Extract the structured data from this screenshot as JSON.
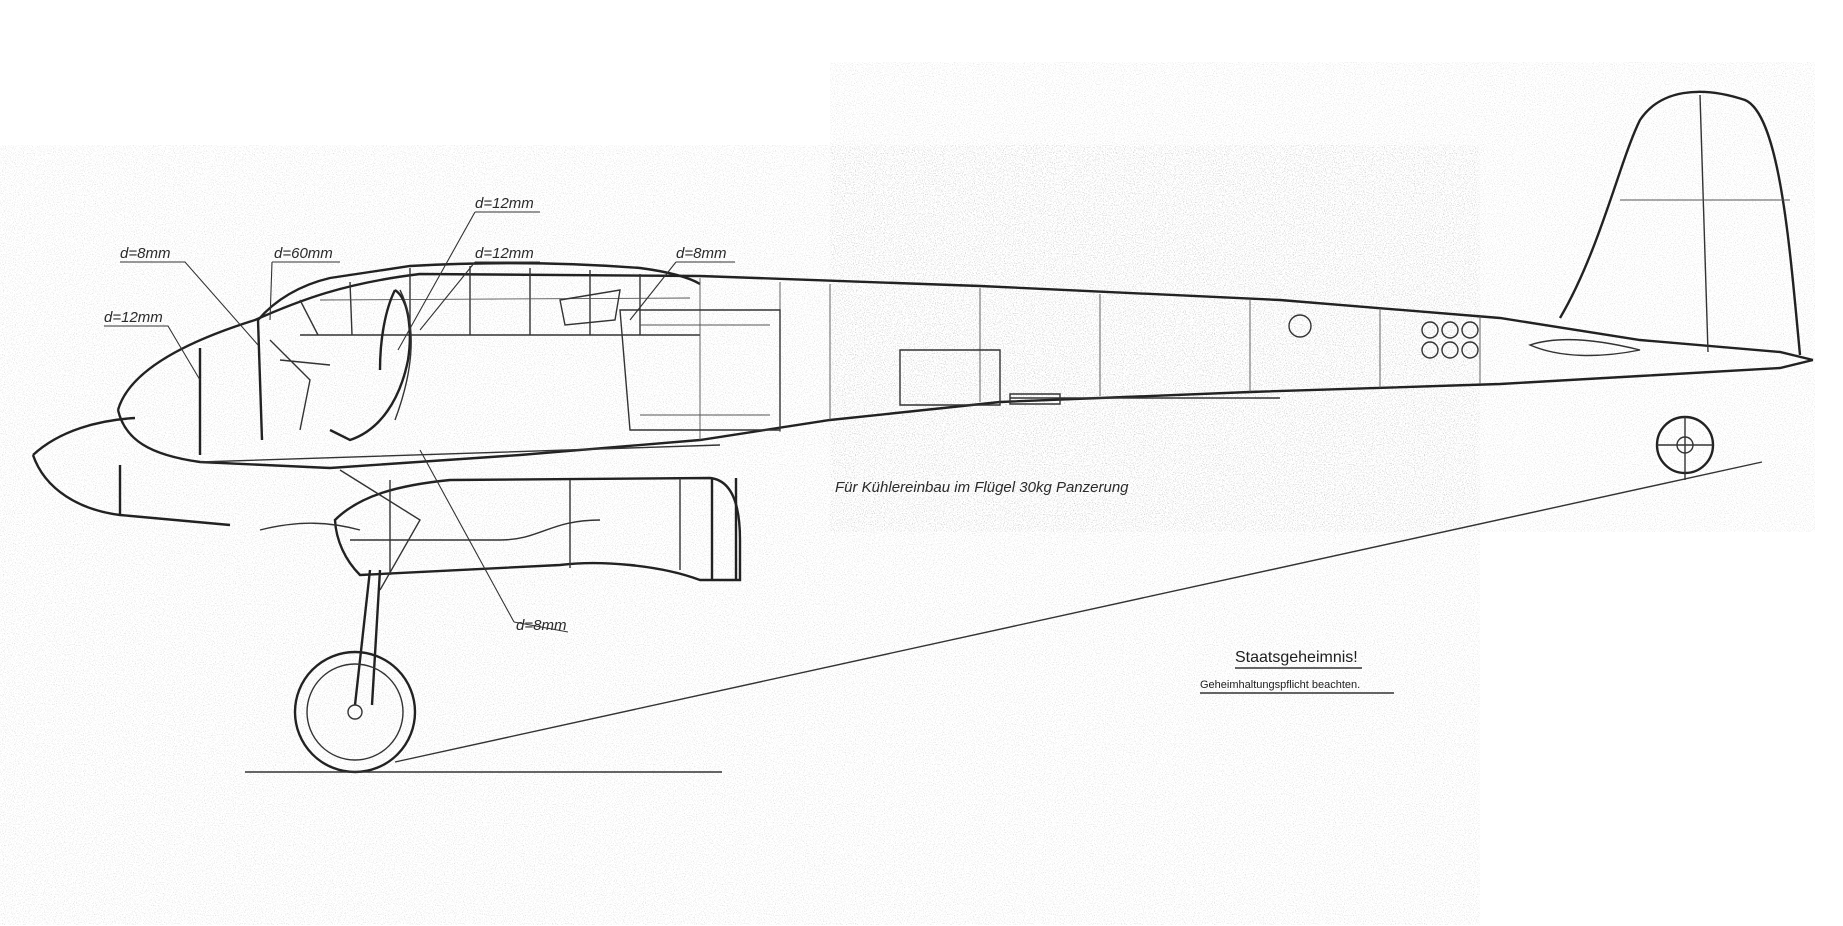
{
  "armor_labels": {
    "d8_nose": "d=8mm",
    "d12_nose": "d=12mm",
    "d60": "d=60mm",
    "d12_top": "d=12mm",
    "d12_mid": "d=12mm",
    "d8_top": "d=8mm",
    "d8_bottom": "d=8mm"
  },
  "note": "Für Kühlereinbau im Flügel 30kg Panzerung",
  "stamp": {
    "title": "Staatsgeheimnis!",
    "subtitle": "Geheimhaltungspflicht beachten."
  }
}
